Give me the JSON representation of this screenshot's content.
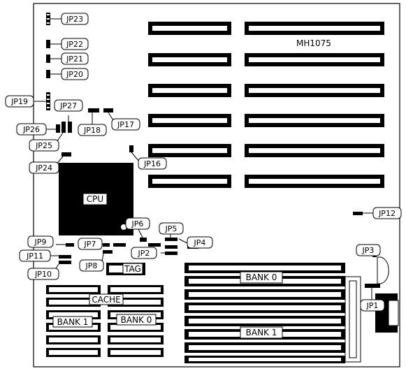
{
  "board": {
    "model": "MH1075",
    "cpu_label": "CPU",
    "cache_label": "CACHE",
    "tag_label": "TAG",
    "bank0_label": "BANK 0",
    "bank1_label": "BANK 1",
    "cache_bank0_label": "BANK 0",
    "cache_bank1_label": "BANK 1"
  },
  "jumpers": {
    "jp1": "JP1",
    "jp2": "JP2",
    "jp3": "JP3",
    "jp4": "JP4",
    "jp5": "JP5",
    "jp6": "JP6",
    "jp7": "JP7",
    "jp8": "JP8",
    "jp9": "JP9",
    "jp10": "JP10",
    "jp11": "JP11",
    "jp12": "JP12",
    "jp16": "JP16",
    "jp17": "JP17",
    "jp18": "JP18",
    "jp19": "JP19",
    "jp20": "JP20",
    "jp21": "JP21",
    "jp22": "JP22",
    "jp23": "JP23",
    "jp24": "JP24",
    "jp25": "JP25",
    "jp26": "JP26",
    "jp27": "JP27"
  }
}
